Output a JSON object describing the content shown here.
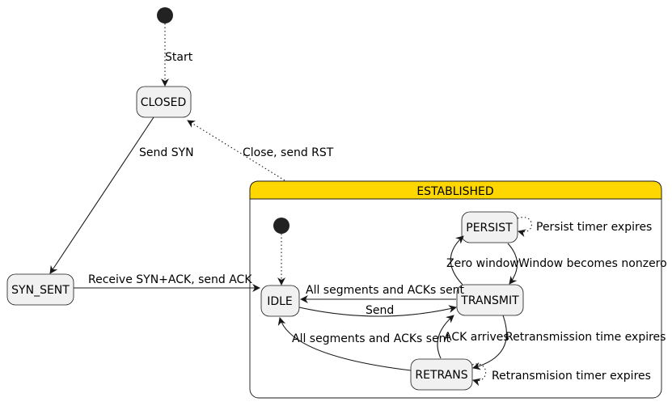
{
  "states": {
    "closed": "CLOSED",
    "syn_sent": "SYN_SENT",
    "established": "ESTABLISHED",
    "idle": "IDLE",
    "transmit": "TRANSMIT",
    "persist": "PERSIST",
    "retrans": "RETRANS"
  },
  "transitions": {
    "start": "Start",
    "send_syn": "Send SYN",
    "close_send_rst": "Close, send RST",
    "receive_syn_ack": "Receive SYN+ACK, send ACK",
    "all_segments_acks_sent_1": "All segments and ACKs sent",
    "send": "Send",
    "zero_window": "Zero window",
    "window_nonzero": "Window becomes nonzero",
    "persist_timer": "Persist timer expires",
    "all_segments_acks_sent_2": "All segments and ACKs sent",
    "ack_arrives": "ACK arrives",
    "retransmission_time": "Retransmission time expires",
    "retransmision_timer": "Retransmision timer expires"
  },
  "colors": {
    "established_header": "#FFD700",
    "state_fill": "#F1F1F1",
    "stroke": "#181818"
  }
}
